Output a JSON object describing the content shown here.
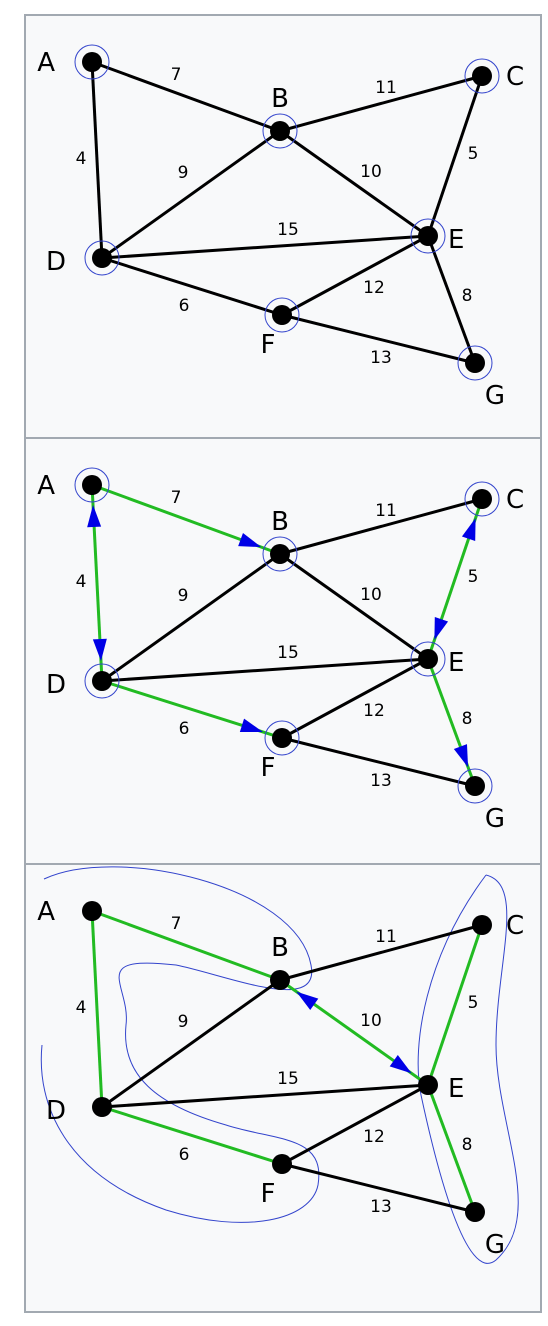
{
  "colors": {
    "tree_edge": "#22bb22",
    "plain_edge": "#000000",
    "arrow": "#0000e6",
    "component_outline": "#3344cc",
    "panel_bg": "#f8f9fa",
    "panel_border": "#a2a9b1"
  },
  "vertices": [
    {
      "id": "A",
      "label": "A"
    },
    {
      "id": "B",
      "label": "B"
    },
    {
      "id": "C",
      "label": "C"
    },
    {
      "id": "D",
      "label": "D"
    },
    {
      "id": "E",
      "label": "E"
    },
    {
      "id": "F",
      "label": "F"
    },
    {
      "id": "G",
      "label": "G"
    }
  ],
  "edges": [
    {
      "id": "AB",
      "from": "A",
      "to": "B",
      "weight": "7"
    },
    {
      "id": "AD",
      "from": "A",
      "to": "D",
      "weight": "4"
    },
    {
      "id": "BC",
      "from": "B",
      "to": "C",
      "weight": "11"
    },
    {
      "id": "BD",
      "from": "B",
      "to": "D",
      "weight": "9"
    },
    {
      "id": "BE",
      "from": "B",
      "to": "E",
      "weight": "10"
    },
    {
      "id": "CE",
      "from": "C",
      "to": "E",
      "weight": "5"
    },
    {
      "id": "DE",
      "from": "D",
      "to": "E",
      "weight": "15"
    },
    {
      "id": "DF",
      "from": "D",
      "to": "F",
      "weight": "6"
    },
    {
      "id": "EF",
      "from": "E",
      "to": "F",
      "weight": "12"
    },
    {
      "id": "EG",
      "from": "E",
      "to": "G",
      "weight": "8"
    },
    {
      "id": "FG",
      "from": "F",
      "to": "G",
      "weight": "13"
    }
  ],
  "panels": [
    {
      "id": "stage-1",
      "components": [
        "A",
        "B",
        "C",
        "D",
        "E",
        "F",
        "G"
      ],
      "tree_edges": [],
      "arrows": []
    },
    {
      "id": "stage-2",
      "components": [
        "A",
        "B",
        "C",
        "D",
        "E",
        "F",
        "G"
      ],
      "tree_edges": [
        "AB",
        "AD",
        "CE",
        "DF",
        "EG"
      ],
      "arrows": [
        {
          "edge": "AB",
          "to": "B"
        },
        {
          "edge": "AD",
          "to": "D"
        },
        {
          "edge": "AD",
          "to": "A"
        },
        {
          "edge": "CE",
          "to": "C"
        },
        {
          "edge": "CE",
          "to": "E"
        },
        {
          "edge": "DF",
          "to": "F"
        },
        {
          "edge": "EG",
          "to": "G"
        }
      ]
    },
    {
      "id": "stage-3",
      "components": [],
      "tree_edges": [
        "AB",
        "AD",
        "CE",
        "DF",
        "EG",
        "BE"
      ],
      "arrows": [
        {
          "edge": "BE",
          "to": "E"
        },
        {
          "edge": "BE",
          "to": "B"
        }
      ]
    }
  ]
}
